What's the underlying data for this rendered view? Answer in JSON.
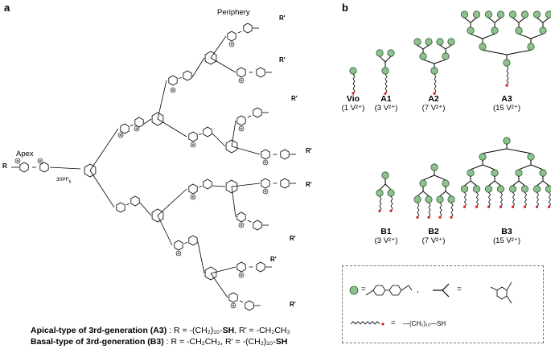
{
  "panel_a": {
    "letter": "a",
    "apex_label": "Apex",
    "periphery_label": "Periphery",
    "counter_ion": "30PF",
    "counter_ion_sub": "6",
    "r_label": "R",
    "r_prime_label": "R'",
    "ch2_label": "CH",
    "caption_line1_bold": "Apical-type of 3rd-generation (A3)",
    "caption_line1_rest": " : R = -(CH₂)₁₀-",
    "caption_line1_sh": "SH",
    "caption_line1_tail": ", R' = -CH₂CH₃",
    "caption_line2_bold": "Basal-type of 3rd-generation (B3)",
    "caption_line2_rest": " : R = -CH₂CH₃, R' = -(CH₂)₁₀-",
    "caption_line2_sh": "SH"
  },
  "panel_b": {
    "letter": "b",
    "structures": [
      {
        "name": "Vio",
        "count": "(1 V²⁺)"
      },
      {
        "name": "A1",
        "count": "(3 V²⁺)"
      },
      {
        "name": "A2",
        "count": "(7 V²⁺)"
      },
      {
        "name": "A3",
        "count": "(15 V²⁺)"
      },
      {
        "name": "B1",
        "count": "(3 V²⁺)"
      },
      {
        "name": "B2",
        "count": "(7 V²⁺)"
      },
      {
        "name": "B3",
        "count": "(15 V²⁺)"
      }
    ],
    "legend": {
      "eq1": "=",
      "eq2": "=",
      "eq3": "=",
      "comma": ",",
      "chain_formula": "—(CH₂)₁₀—SH",
      "node_color": "#8fc08f",
      "node_stroke": "#2f5f2f",
      "tip_color": "#d02020"
    }
  }
}
